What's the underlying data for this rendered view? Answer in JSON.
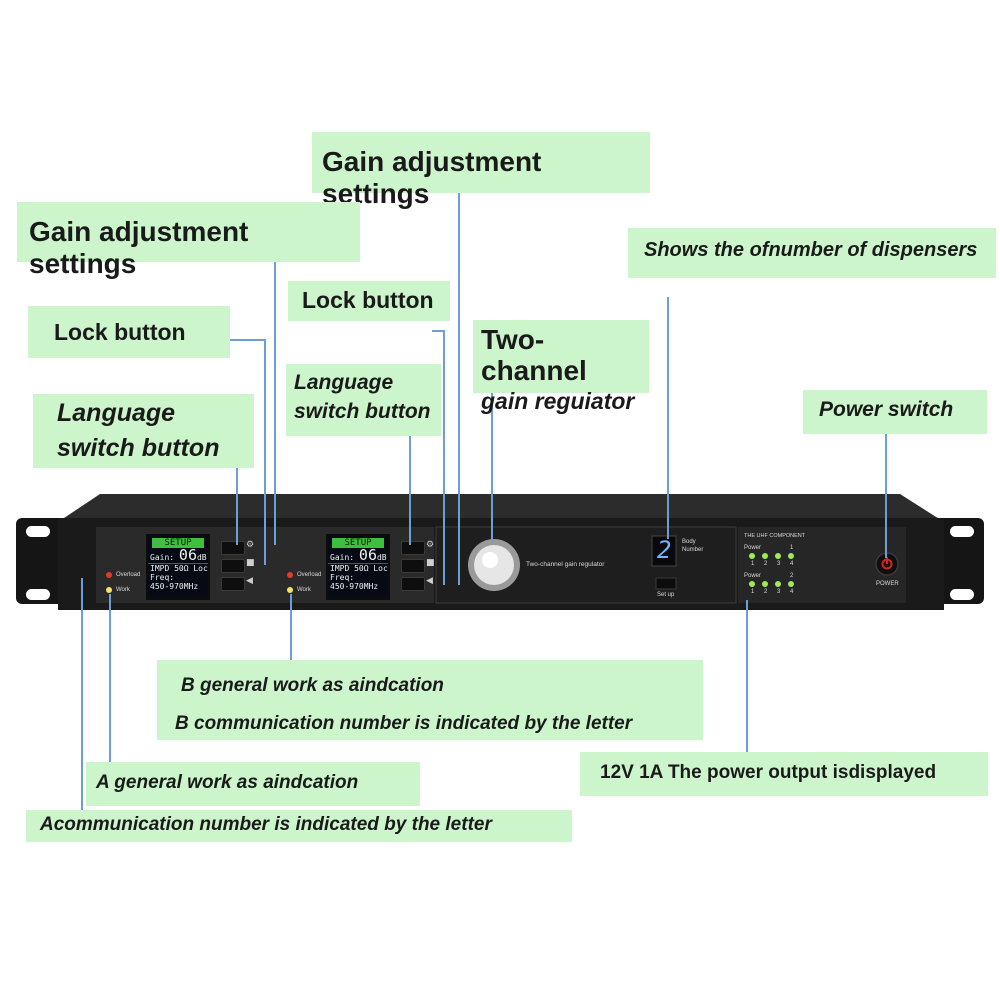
{
  "callouts": {
    "gain_top": "Gain adjustment settings",
    "gain_left": "Gain adjustment settings",
    "dispensers": "Shows the ofnumber of dispensers",
    "lock_center": "Lock button",
    "lock_left": "Lock button",
    "two_channel": [
      "Two-channel",
      "gain reguiator"
    ],
    "language_center": [
      "Language",
      "switch button"
    ],
    "language_left": [
      "Language",
      "switch button"
    ],
    "power_switch": "Power switch",
    "b_work": "B general work as aindcation",
    "b_comm": "B communication number is indicated by the letter",
    "power_output": "12V 1A The power output isdisplayed",
    "a_work": "A general work as aindcation",
    "a_comm": "Acommunication number is indicated by the letter"
  },
  "device": {
    "overload_label": "Overload",
    "work_label": "Work",
    "lcd": {
      "title": "SETUP",
      "gain_label": "Gain:",
      "gain_value": "06",
      "gain_unit": "dB",
      "impd": "IMPD  50Ω",
      "lock": "Lock",
      "freq_label": "Freq:",
      "freq_range": "450-970MHz"
    },
    "center_text": "Two-channel gain regulator",
    "body_number_digit": "2",
    "body_number_label": [
      "Body",
      "Number"
    ],
    "setup_label": "Set up",
    "component_title": "THE UHF COMPONENT",
    "power_label": "Power",
    "group1_number": "1",
    "group2_number": "2",
    "led_numbers": [
      "1",
      "2",
      "3",
      "4"
    ],
    "power_button_label": "POWER"
  },
  "colors": {
    "callout_bg": "#ccf5cc",
    "leader_line": "#6d9fd6",
    "lcd_header": "#3fbf3f",
    "led_green": "#9eea58",
    "led_red": "#e43a2a",
    "led_yellow": "#f3e36a",
    "power_button": "#d6241c"
  }
}
